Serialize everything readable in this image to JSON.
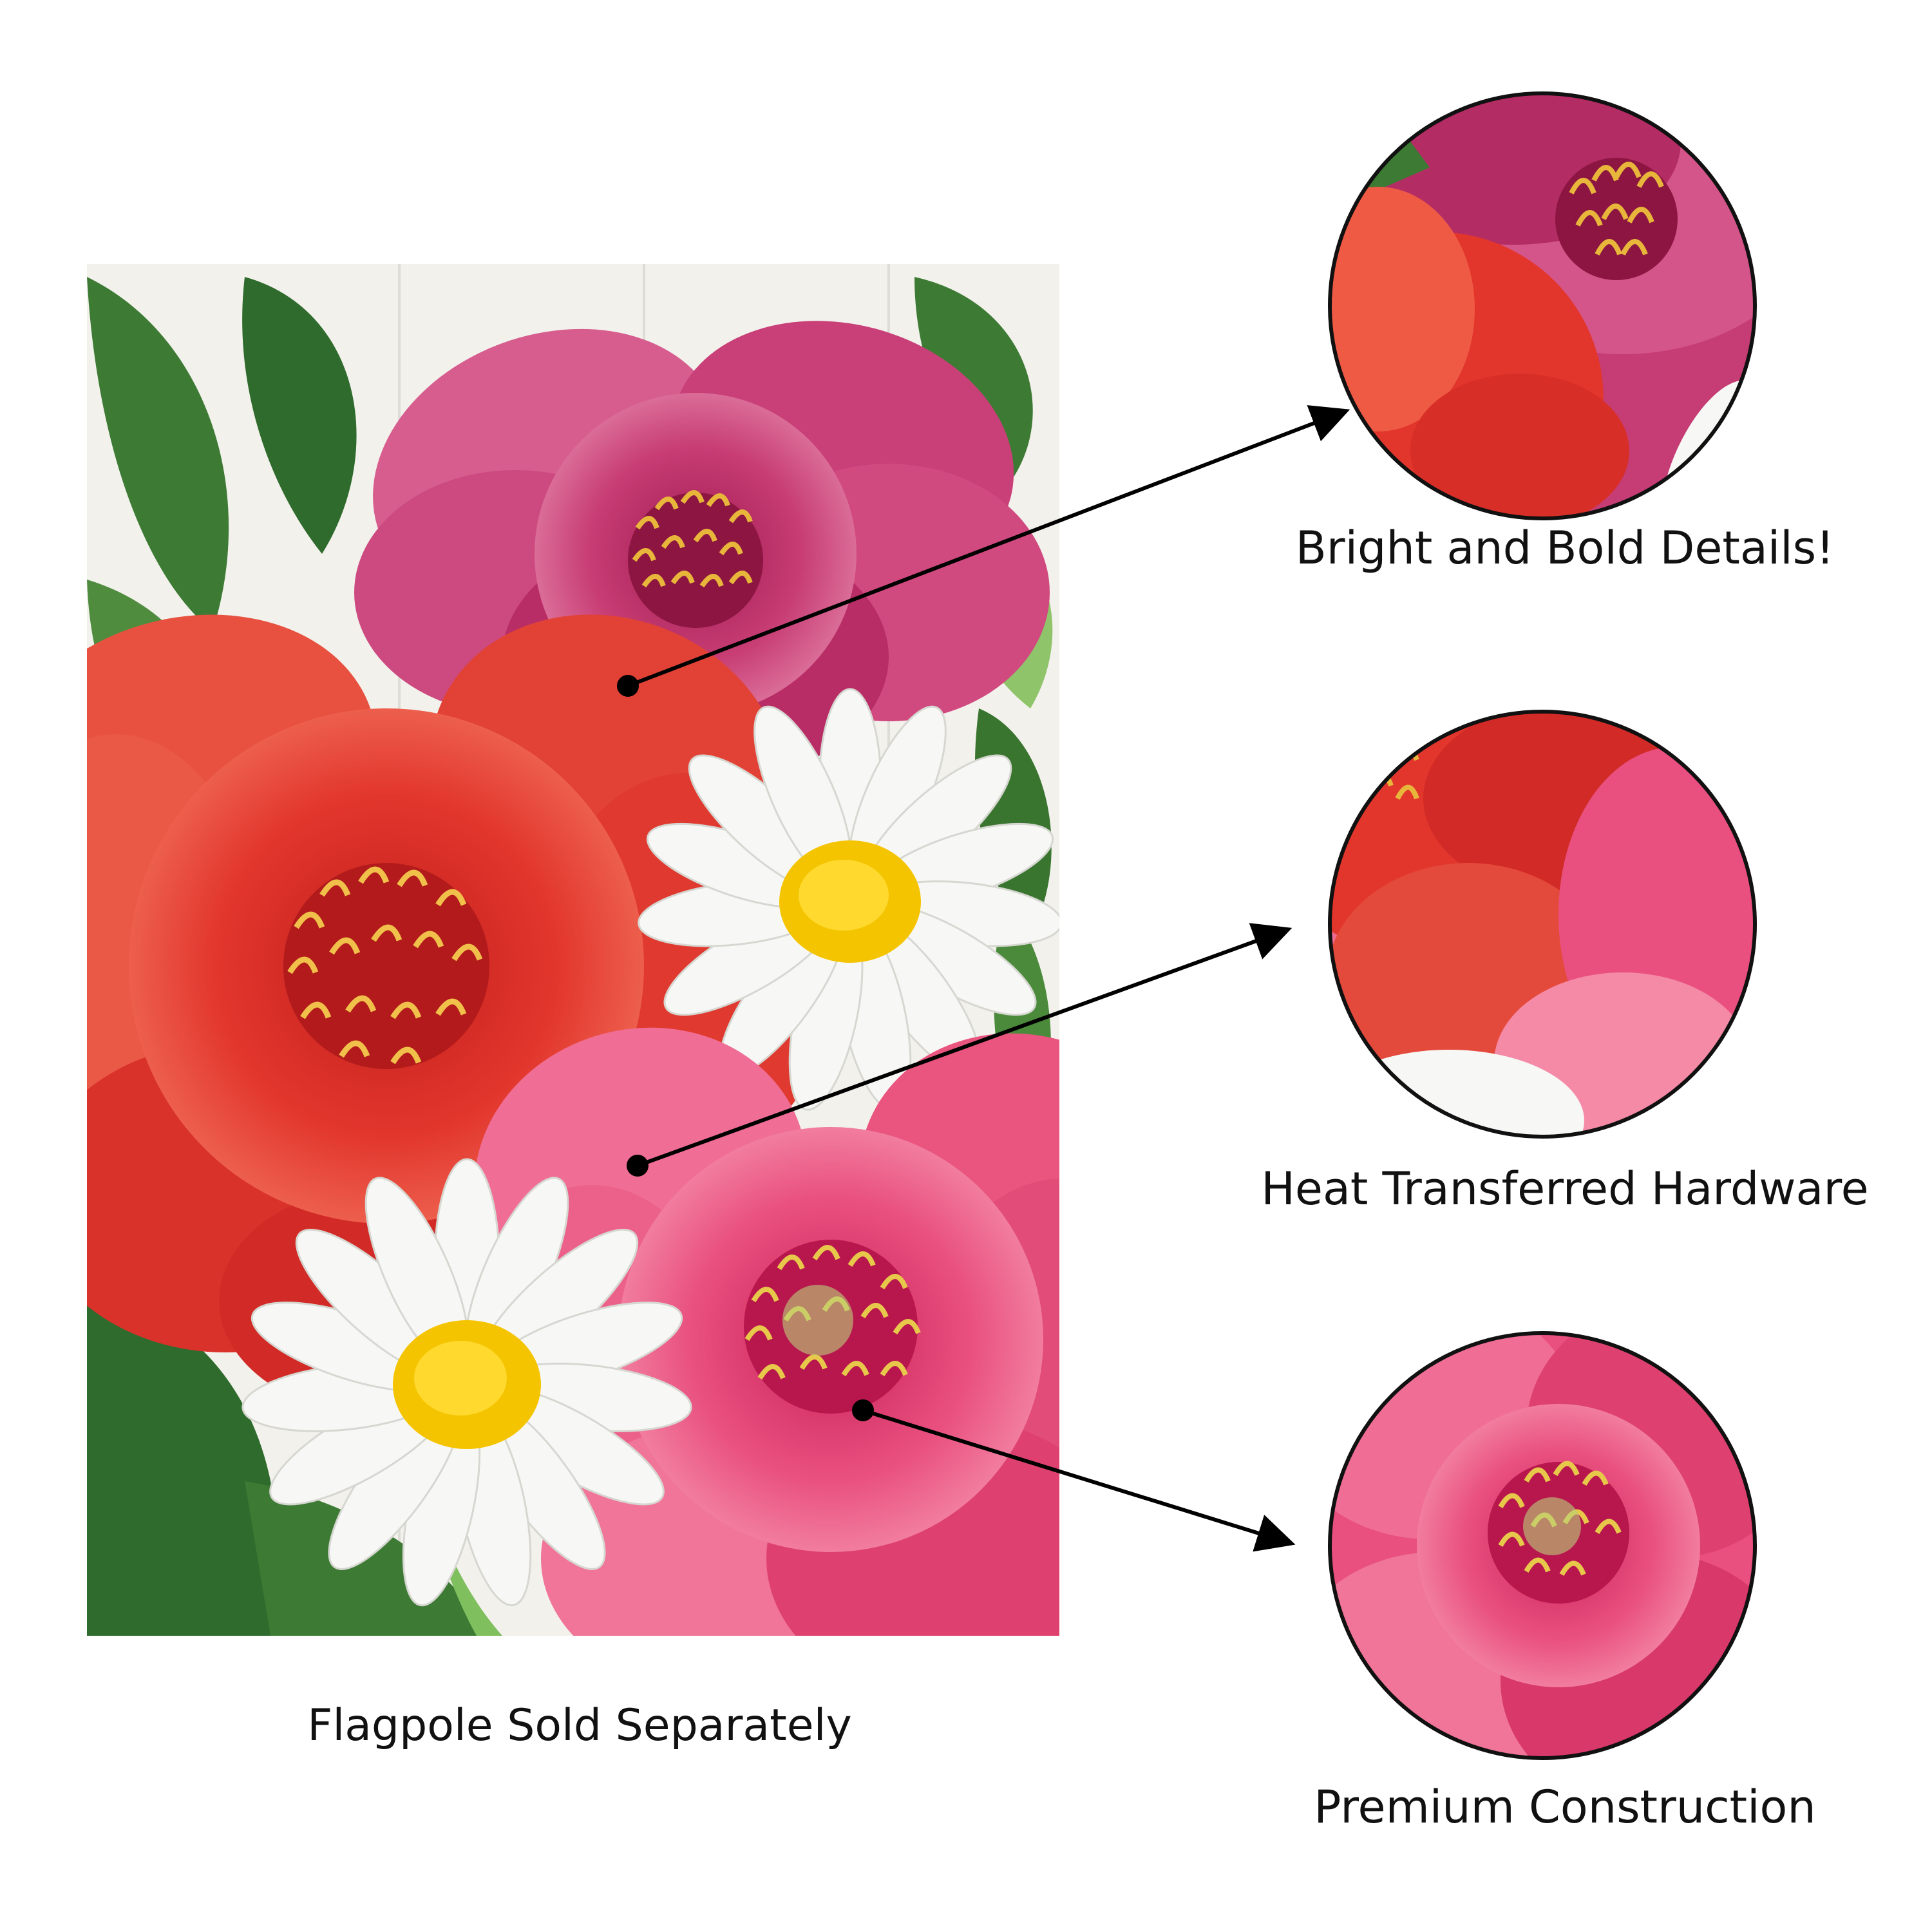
{
  "flag": {
    "caption": "Flagpole Sold Separately",
    "colors": {
      "background_boards": "#f2f1ec",
      "leaf_dark": "#2f6b2c",
      "leaf_light": "#8fc46b",
      "peony_magenta": "#c43b72",
      "peony_red": "#e0332c",
      "peony_pink": "#e85583",
      "daisy_petal": "#f7f7f5",
      "daisy_center": "#f5c400",
      "stamen": "#e8b63a"
    }
  },
  "callouts": [
    {
      "label": "Bright and Bold Details!",
      "icon": "magnified-magenta-peony-icon"
    },
    {
      "label": "Heat Transferred Hardware",
      "icon": "magnified-red-pink-petals-icon"
    },
    {
      "label": "Premium Construction",
      "icon": "magnified-pink-peony-icon"
    }
  ],
  "arrow_color": "#000000"
}
